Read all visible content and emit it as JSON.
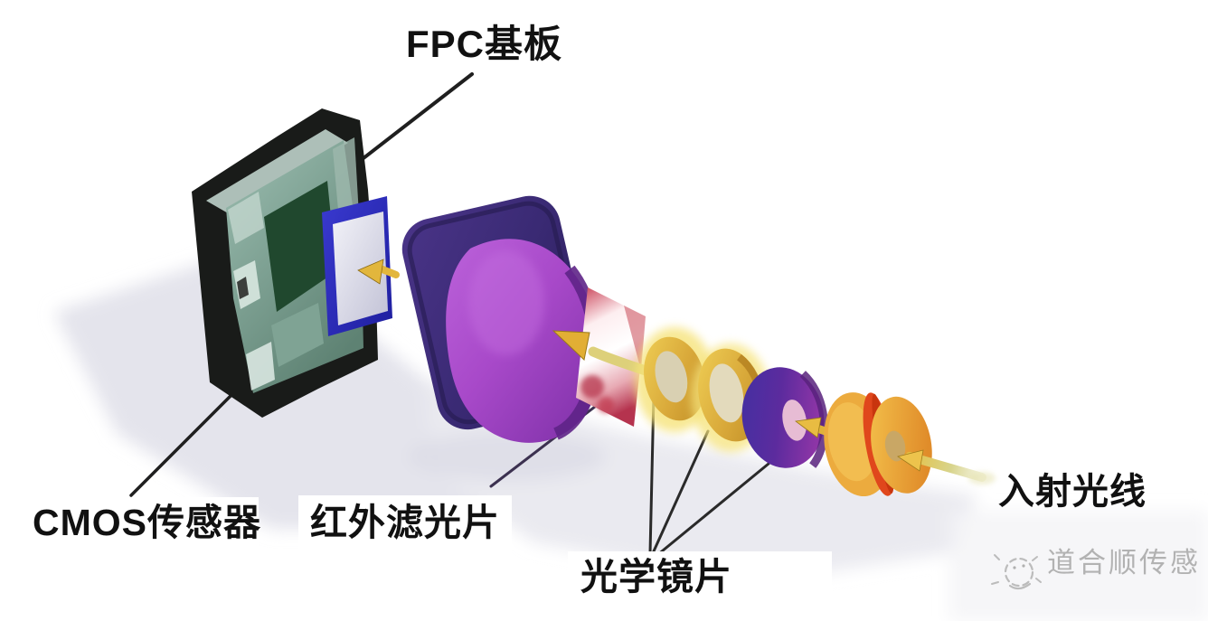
{
  "page": {
    "type": "exploded-view-diagram",
    "subject": "CMOS camera module structure",
    "background": "#ffffff"
  },
  "labels": {
    "fpc_substrate": "FPC基板",
    "cmos_sensor": "CMOS传感器",
    "ir_filter": "红外滤光片",
    "optical_lenses": "光学镜片",
    "incident_light": "入射光线"
  },
  "watermark": {
    "text": "道合顺传感",
    "logo": "chick-sketch-logo"
  },
  "components": [
    {
      "name": "fpc-substrate-board",
      "label_ref": "fpc_substrate",
      "color": "#191b19"
    },
    {
      "name": "cmos-sensor-die",
      "label_ref": "cmos_sensor",
      "color": "#20482e"
    },
    {
      "name": "sensor-cover-glass",
      "color": "#2e2ec0"
    },
    {
      "name": "lens-holder-housing",
      "color": "#3a2a74"
    },
    {
      "name": "lens-barrel",
      "color": "#a849c9"
    },
    {
      "name": "ir-filter-plate",
      "label_ref": "ir_filter",
      "color": "#c23a50"
    },
    {
      "name": "lens-element-1",
      "label_ref": "optical_lenses",
      "color": "#d9a93a"
    },
    {
      "name": "lens-element-2",
      "label_ref": "optical_lenses",
      "color": "#d9a93a"
    },
    {
      "name": "lens-element-3",
      "label_ref": "optical_lenses",
      "color": "#6a2fa2"
    },
    {
      "name": "lens-element-4",
      "color": "#e8a83c",
      "band_color": "#e0471c"
    },
    {
      "name": "incident-light-ray",
      "label_ref": "incident_light",
      "color": "#e6c83e"
    }
  ],
  "style_colors": {
    "shadow": "#e6e6ee",
    "leader_line": "#1f1f1f",
    "label_text": "#111111",
    "watermark_gray": "#b2b2b2"
  }
}
